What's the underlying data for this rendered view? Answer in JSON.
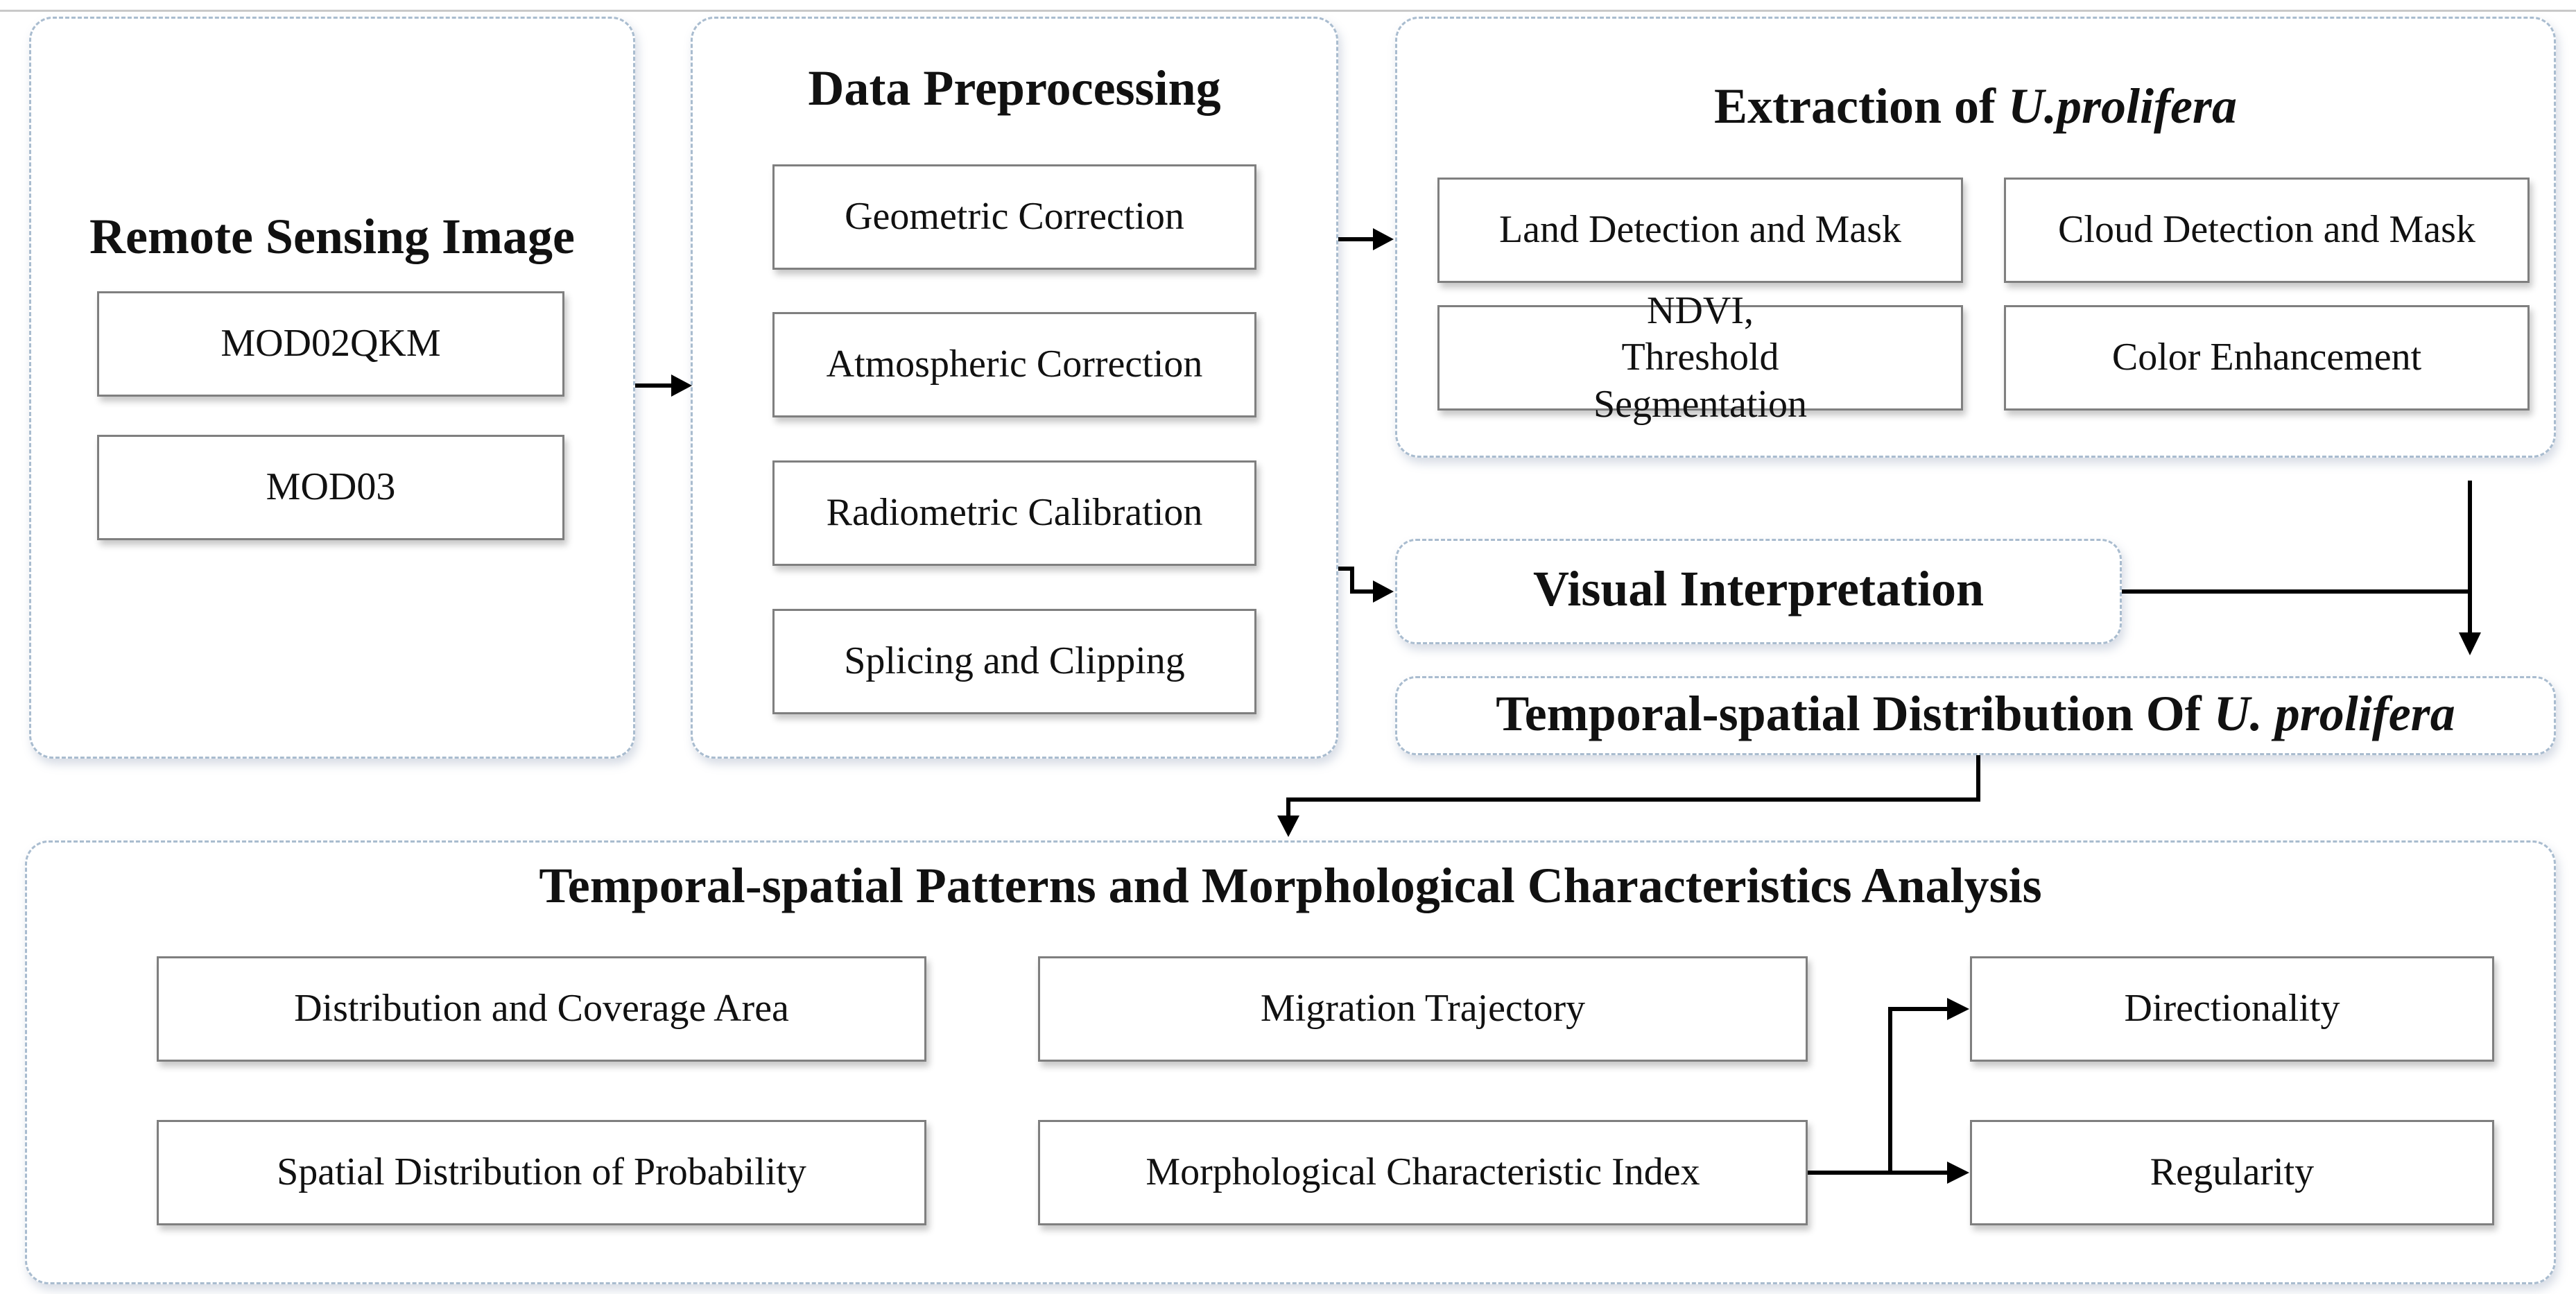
{
  "remote": {
    "title": "Remote Sensing Image",
    "items": [
      "MOD02QKM",
      "MOD03"
    ]
  },
  "preprocessing": {
    "title": "Data Preprocessing",
    "items": [
      "Geometric Correction",
      "Atmospheric Correction",
      "Radiometric Calibration",
      "Splicing and Clipping"
    ]
  },
  "extraction": {
    "title_prefix": "Extraction of ",
    "title_species": "U.prolifera",
    "items": [
      "Land Detection and Mask",
      "Cloud Detection and Mask",
      "NDVI, Threshold Segmentation",
      "Color Enhancement"
    ]
  },
  "visual": {
    "label": "Visual Interpretation"
  },
  "distribution": {
    "prefix": "Temporal-spatial Distribution Of ",
    "species": "U. prolifera"
  },
  "analysis": {
    "title": "Temporal-spatial Patterns and Morphological Characteristics Analysis",
    "items": [
      "Distribution and Coverage Area",
      "Migration Trajectory",
      "Directionality",
      "Spatial Distribution of Probability",
      "Morphological Characteristic Index",
      "Regularity"
    ]
  }
}
